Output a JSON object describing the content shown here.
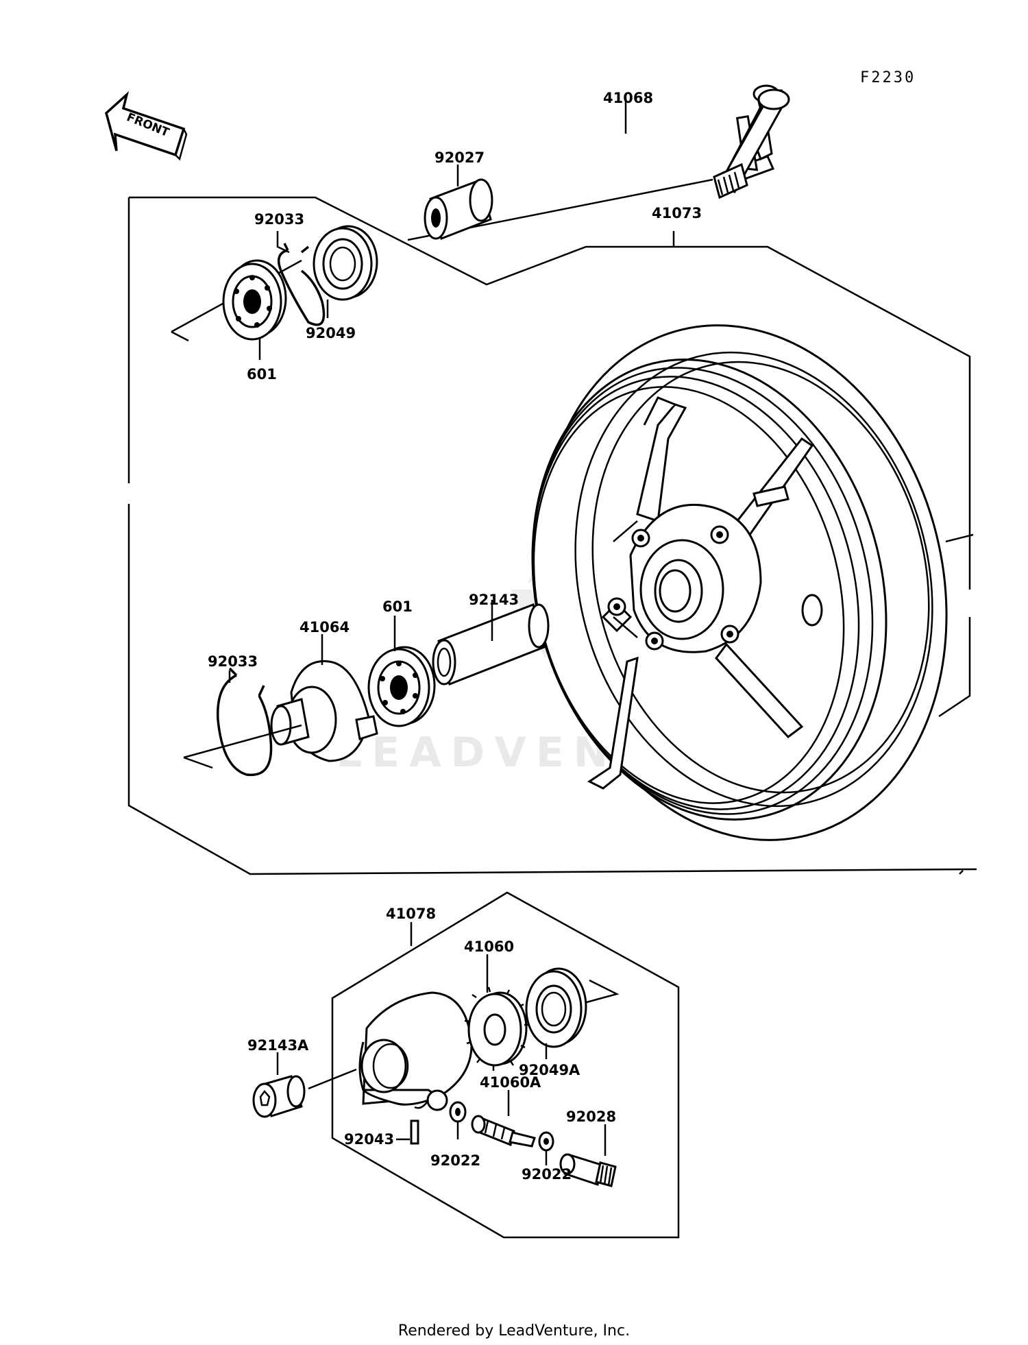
{
  "diagram_code": "F2230",
  "front_label": "FRONT",
  "watermark": "LEADVENTURE",
  "footer": "Rendered by LeadVenture, Inc.",
  "parts": {
    "p41068": "41068",
    "p92027": "92027",
    "p41073": "41073",
    "p92033_top": "92033",
    "p92049": "92049",
    "p601_top": "601",
    "p601_mid": "601",
    "p92143": "92143",
    "p41064": "41064",
    "p92033_mid": "92033",
    "p41078": "41078",
    "p41060": "41060",
    "p92143A": "92143A",
    "p92049A": "92049A",
    "p41060A": "41060A",
    "p92028": "92028",
    "p92043": "92043",
    "p92022_left": "92022",
    "p92022_right": "92022"
  }
}
